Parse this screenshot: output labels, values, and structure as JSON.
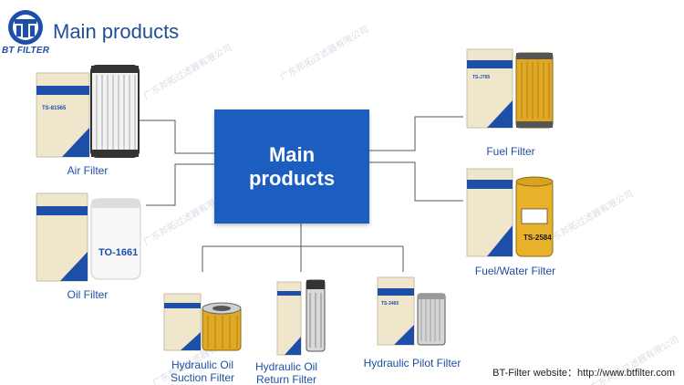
{
  "title": "Main products",
  "logo": {
    "text": "BT FILTER",
    "icon": "bt-filter-logo-icon"
  },
  "center_box": {
    "line1": "Main",
    "line2": "products"
  },
  "products": {
    "air": {
      "label": "Air Filter"
    },
    "oil": {
      "label": "Oil Filter"
    },
    "suction": {
      "label_line1": "Hydraulic Oil",
      "label_line2": "Suction Filter"
    },
    "return": {
      "label_line1": "Hydraulic Oil",
      "label_line2": "Return Filter"
    },
    "pilot": {
      "label": "Hydraulic Pilot Filter"
    },
    "fuel": {
      "label": "Fuel  Filter"
    },
    "fuel_water": {
      "label": "Fuel/Water  Filter"
    }
  },
  "box_codes": {
    "air_code": "TS-81565",
    "oil_code": "TO-1661",
    "fuel_water_code": "TS-2584",
    "fuel_code": "TS-J765",
    "pilot_code": "TS-3465"
  },
  "watermark": "广东邦拓过滤器有限公司",
  "footer": "BT-Filter website：http://www.btfilter.com",
  "colors": {
    "brand_blue": "#1c5dc0",
    "title_blue": "#1f4e9a",
    "filter_yellow": "#e0a823",
    "box_cream": "#efe6cc"
  }
}
